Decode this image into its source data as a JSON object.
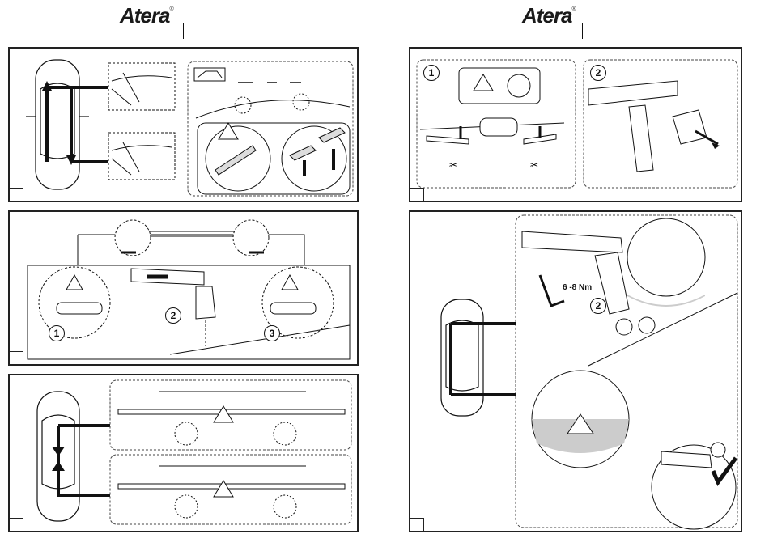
{
  "brand": {
    "logo_text": "Atera",
    "trademark": "®"
  },
  "left_page": {
    "panel_top": {
      "step_number": "",
      "detail_labels": []
    },
    "panel_middle": {
      "step_labels": [
        "1",
        "2",
        "3"
      ]
    },
    "panel_bottom": {
      "step_number": ""
    }
  },
  "right_page": {
    "panel_top": {
      "step_labels": [
        "1",
        "2"
      ]
    },
    "panel_bottom": {
      "step_label": "2",
      "torque_text": "6 -8 Nm"
    }
  },
  "icons": [
    "warning-triangle-icon",
    "arrow-icon",
    "check-mark-icon",
    "scissors-icon",
    "hex-key-icon",
    "car-top-view-icon",
    "car-side-view-icon"
  ],
  "colors": {
    "line": "#111111",
    "shading": "#cccccc",
    "background": "#ffffff"
  }
}
